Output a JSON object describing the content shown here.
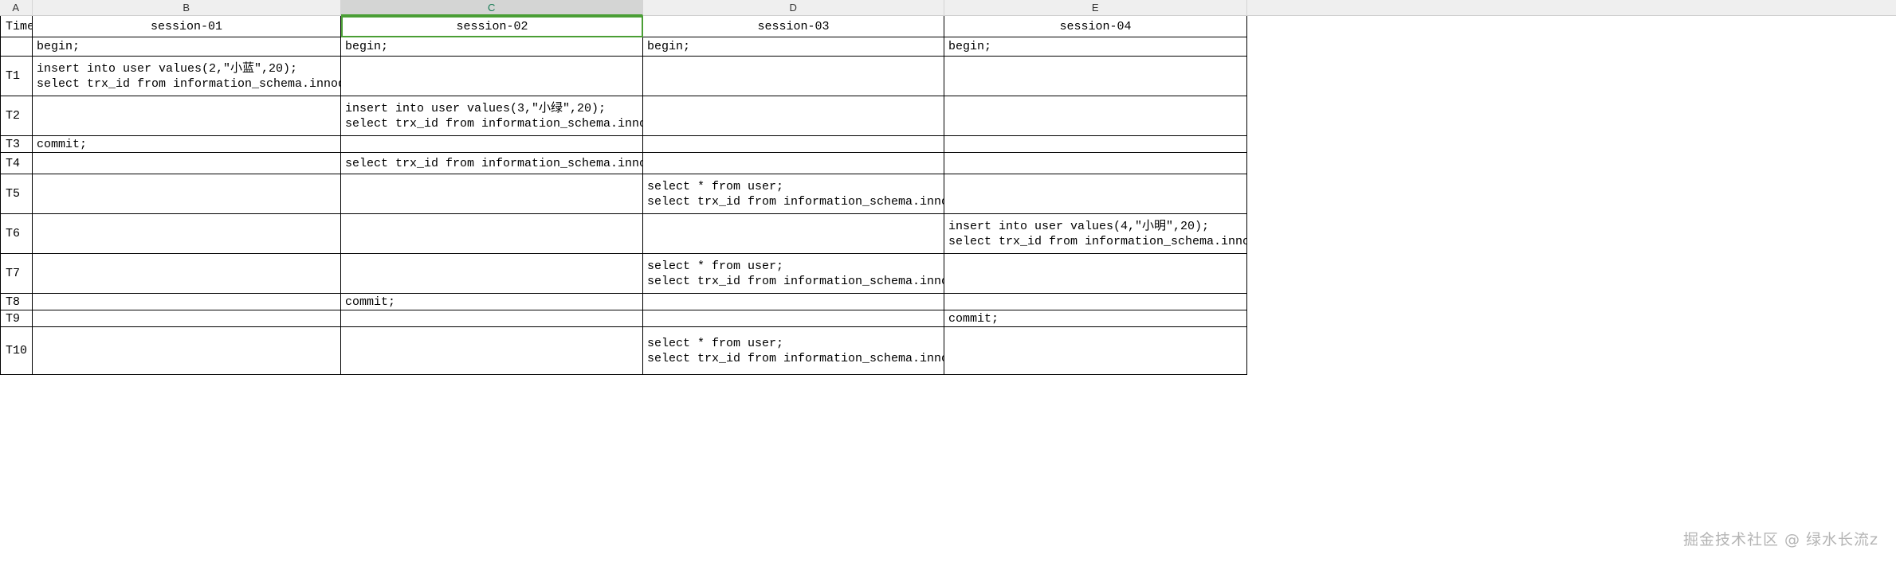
{
  "app": {
    "type": "spreadsheet",
    "selected_column": "C"
  },
  "colors": {
    "selection_accent": "#4a9e35",
    "selected_header_text": "#147a52",
    "header_bg": "#efefef",
    "selected_header_bg": "#d4d5d4",
    "grid_line": "#000000",
    "watermark": "#b4b4b4"
  },
  "column_headers": [
    {
      "label": "A",
      "selected": false
    },
    {
      "label": "B",
      "selected": false
    },
    {
      "label": "C",
      "selected": true
    },
    {
      "label": "D",
      "selected": false
    },
    {
      "label": "E",
      "selected": false
    }
  ],
  "table": {
    "header": {
      "time": "Time",
      "sessions": [
        "session-01",
        "session-02",
        "session-03",
        "session-04"
      ]
    },
    "rows": [
      {
        "time": "",
        "cells": [
          [
            "begin;"
          ],
          [
            "begin;"
          ],
          [
            "begin;"
          ],
          [
            "begin;"
          ]
        ]
      },
      {
        "time": "T1",
        "cells": [
          [
            "insert into user values(2,\"小蓝\",20);",
            "select trx_id from information_schema.innodb_trx;"
          ],
          [],
          [],
          []
        ]
      },
      {
        "time": "T2",
        "cells": [
          [],
          [
            "insert into user values(3,\"小绿\",20);",
            "select trx_id from information_schema.innodb_trx;"
          ],
          [],
          []
        ]
      },
      {
        "time": "T3",
        "cells": [
          [
            "commit;"
          ],
          [],
          [],
          []
        ]
      },
      {
        "time": "T4",
        "cells": [
          [],
          [
            "select trx_id from information_schema.innodb_trx;"
          ],
          [],
          []
        ]
      },
      {
        "time": "T5",
        "cells": [
          [],
          [],
          [
            "select * from user;",
            "select trx_id from information_schema.innodb_trx;"
          ],
          []
        ]
      },
      {
        "time": "T6",
        "cells": [
          [],
          [],
          [],
          [
            "insert into user values(4,\"小明\",20);",
            "select trx_id from information_schema.innodb_trx;"
          ]
        ]
      },
      {
        "time": "T7",
        "cells": [
          [],
          [],
          [
            "select * from user;",
            "select trx_id from information_schema.innodb_trx;"
          ],
          []
        ]
      },
      {
        "time": "T8",
        "cells": [
          [],
          [
            "commit;"
          ],
          [],
          []
        ]
      },
      {
        "time": "T9",
        "cells": [
          [],
          [],
          [],
          [
            "commit;"
          ]
        ]
      },
      {
        "time": "T10",
        "cells": [
          [],
          [],
          [
            "select * from user;",
            "select trx_id from information_schema.innodb_trx;"
          ],
          []
        ]
      }
    ]
  },
  "watermark": "掘金技术社区 @ 绿水长流z"
}
